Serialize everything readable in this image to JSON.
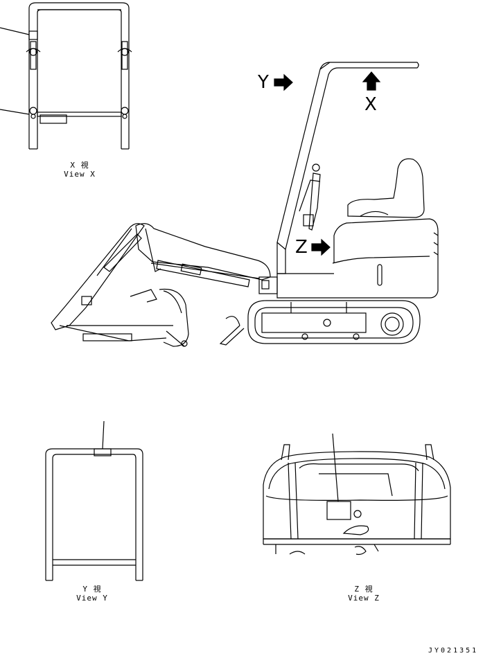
{
  "views": {
    "x": {
      "jp": "X 視",
      "en": "View X"
    },
    "y": {
      "jp": "Y 視",
      "en": "View Y"
    },
    "z": {
      "jp": "Z 視",
      "en": "View Z"
    }
  },
  "arrows": {
    "x": "X",
    "y": "Y",
    "z": "Z"
  },
  "drawing_code": "JY021351"
}
